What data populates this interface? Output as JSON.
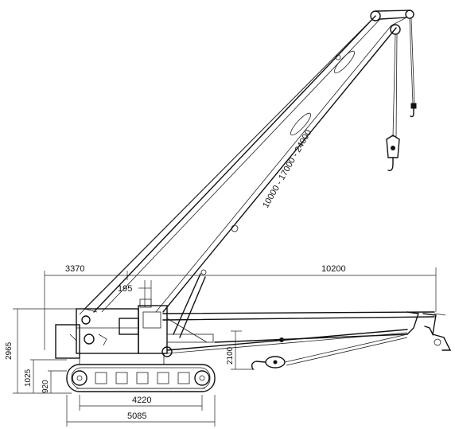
{
  "drawing": {
    "boom_length_label": "10000 - 17000 - 24000",
    "dimensions": {
      "rear_to_pivot": "3370",
      "horizontal_boom": "10200",
      "offset": "195",
      "overall_height": "2965",
      "body_height": "1025",
      "track_height": "920",
      "hook_drop": "2100",
      "track_length": "4220",
      "overall_length": "5085"
    }
  }
}
